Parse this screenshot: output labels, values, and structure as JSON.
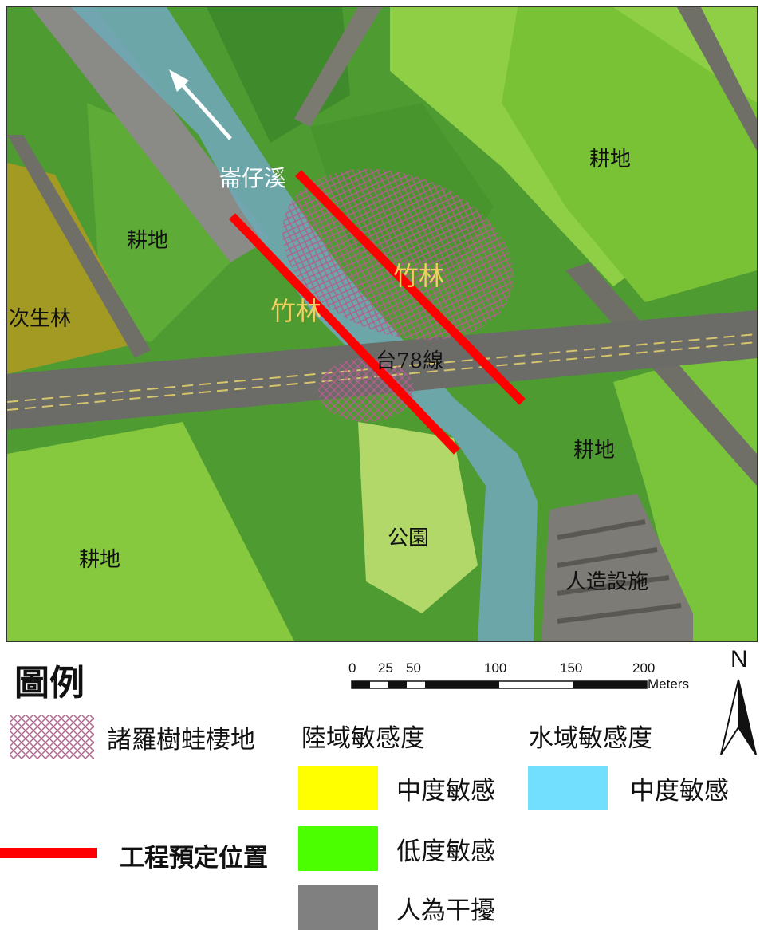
{
  "map": {
    "labels": {
      "creek": "崙仔溪",
      "bamboo_1": "竹林",
      "bamboo_2": "竹林",
      "road": "台78線",
      "farm_left": "耕地",
      "farm_topright": "耕地",
      "farm_right": "耕地",
      "farm_bottomleft": "耕地",
      "secondary_forest": "次生林",
      "park": "公園",
      "facility": "人造設施"
    }
  },
  "legend": {
    "title": "圖例",
    "frog_habitat": "諸羅樹蛙棲地",
    "project_location": "工程預定位置",
    "land_heading": "陸域敏感度",
    "water_heading": "水域敏感度",
    "land_medium": "中度敏感",
    "land_low": "低度敏感",
    "human": "人為干擾",
    "water_medium": "中度敏感",
    "colors": {
      "land_medium": "#ffff00",
      "land_low": "#4cff00",
      "human": "#808080",
      "water_medium": "#73dfff",
      "project": "#ff0000",
      "frog_hatch": "#b0608a"
    }
  },
  "scalebar": {
    "ticks": [
      "0",
      "25",
      "50",
      "100",
      "150",
      "200"
    ],
    "unit": "Meters"
  },
  "north_arrow": {
    "label": "N"
  }
}
